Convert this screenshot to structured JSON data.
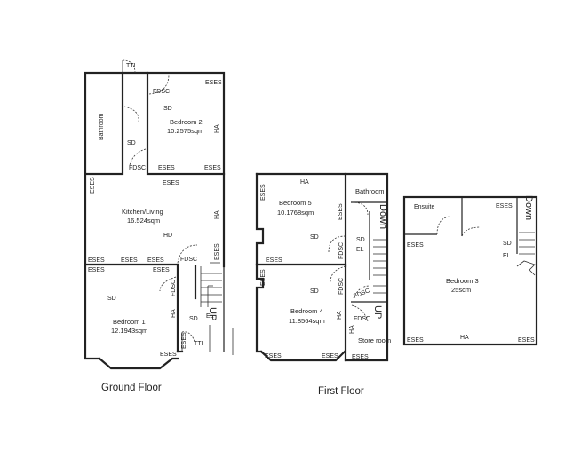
{
  "floors": {
    "ground": "Ground Floor",
    "first": "First Floor"
  },
  "rooms": {
    "bedroom2": {
      "name": "Bedroom 2",
      "area": "10.2575sqm"
    },
    "bathroom_ground": {
      "name": "Bathroom"
    },
    "kitchen": {
      "name": "Kitchen/Living",
      "area": "16.524sqm"
    },
    "bedroom1": {
      "name": "Bedroom 1",
      "area": "12.1943sqm"
    },
    "bedroom5": {
      "name": "Bedroom 5",
      "area": "10.1768sqm"
    },
    "bathroom_first": {
      "name": "Bathroom"
    },
    "bedroom4": {
      "name": "Bedroom 4",
      "area": "11.8564sqm"
    },
    "store": {
      "name": "Store room"
    },
    "bedroom3": {
      "name": "Bedroom 3",
      "area": "25scm"
    },
    "ensuite": {
      "name": "Ensuite"
    }
  },
  "symbols": {
    "ttl": "TTL",
    "tti": "TTI",
    "fdsc": "FDSC",
    "eses": "ESES",
    "sd": "SD",
    "ha": "HA",
    "hd": "HD",
    "el": "EL",
    "up": "UP",
    "down": "Down"
  }
}
